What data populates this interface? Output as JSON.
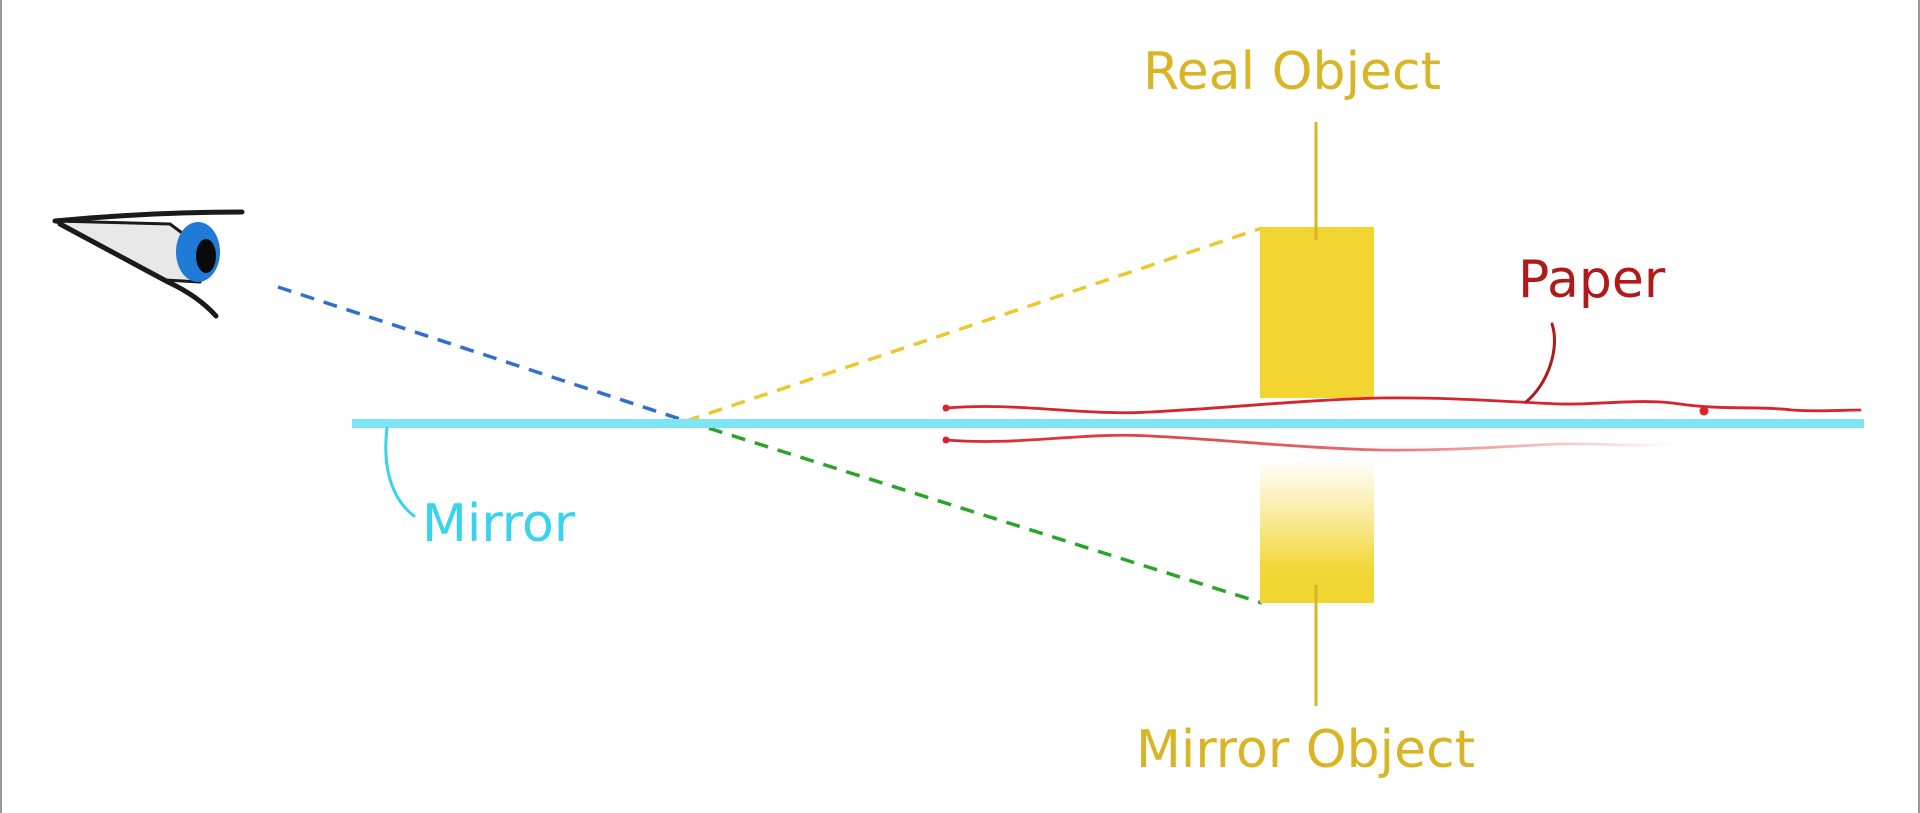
{
  "labels": {
    "real_object": "Real Object",
    "mirror_object": "Mirror Object",
    "paper": "Paper",
    "mirror": "Mirror"
  },
  "colors": {
    "mirror": "#7ee5f2",
    "mirror_label": "#38d3ec",
    "object": "#f2d530",
    "object_label": "#d9b526",
    "sight_line_eye": "#2f6fd0",
    "sight_line_real": "#e9c92e",
    "sight_line_virtual": "#2aa52a",
    "paper_outline": "#d8242c",
    "paper_label": "#b01a1a",
    "iris": "#1f7bd6",
    "frame": "#9a9a9a"
  },
  "icons": {
    "eye": "eye-icon"
  }
}
